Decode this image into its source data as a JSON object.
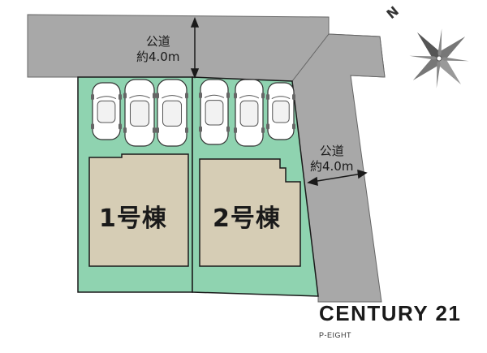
{
  "road_top": {
    "line1": "公道",
    "line2": "約4.0m"
  },
  "road_right": {
    "line1": "公道",
    "line2": "約4.0m"
  },
  "buildings": [
    {
      "label": "1号棟"
    },
    {
      "label": "2号棟"
    }
  ],
  "compass": {
    "north": "N"
  },
  "logo": {
    "brand": "CENTURY 21",
    "sub": "P-EIGHT"
  },
  "colors": {
    "road": "#a8a8a8",
    "lot": "#8fd3b0",
    "building": "#d6cdb5",
    "outline": "#1a1a1a"
  }
}
